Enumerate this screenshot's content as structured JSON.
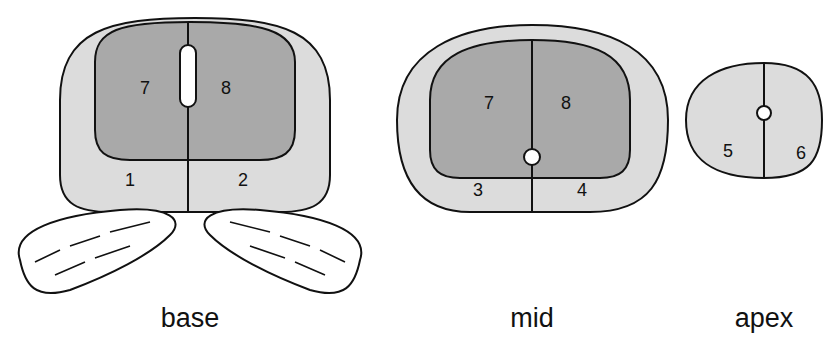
{
  "diagram": {
    "labels": [
      "7",
      "8",
      "1",
      "2",
      "base",
      "7",
      "8",
      "3",
      "4",
      "mid",
      "5",
      "6",
      "apex"
    ]
  }
}
